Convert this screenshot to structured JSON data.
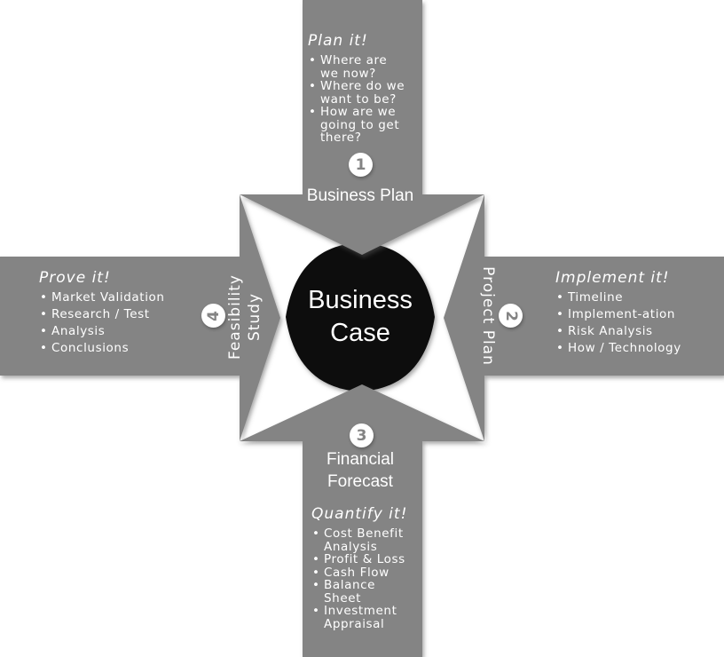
{
  "diagram": {
    "title_center": "Business\nCase",
    "colors": {
      "arm_gray": "#848484",
      "blob_black": "#0d0d0d",
      "text_white": "#ffffff"
    },
    "arms": {
      "top": {
        "number": "1",
        "axis_label": "Business Plan",
        "heading": "Plan it!",
        "bullets": [
          "Where are\nwe now?",
          "Where do we\nwant to be?",
          "How are we\ngoing to get\nthere?"
        ]
      },
      "right": {
        "number": "2",
        "axis_label": "Project Plan",
        "heading": "Implement it!",
        "bullets": [
          "Timeline",
          "Implement-ation",
          "Risk Analysis",
          "How / Technology"
        ]
      },
      "bottom": {
        "number": "3",
        "axis_label": "Financial\nForecast",
        "heading": "Quantify it!",
        "bullets": [
          "Cost Benefit\nAnalysis",
          "Profit & Loss",
          "Cash Flow",
          "Balance\nSheet",
          "Investment\nAppraisal"
        ]
      },
      "left": {
        "number": "4",
        "axis_label": "Feasibility\nStudy",
        "heading": "Prove it!",
        "bullets": [
          "Market Validation",
          "Research / Test",
          "Analysis",
          "Conclusions"
        ]
      }
    }
  }
}
